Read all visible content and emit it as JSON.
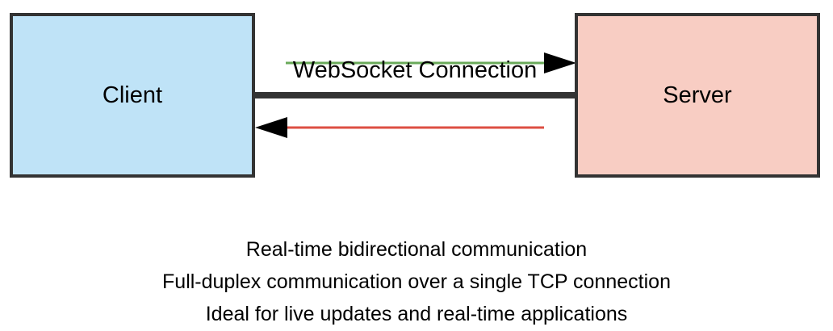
{
  "nodes": {
    "client": {
      "label": "Client",
      "fill": "#bfe3f7"
    },
    "server": {
      "label": "Server",
      "fill": "#f8cdc3"
    }
  },
  "connection": {
    "label": "WebSocket Connection",
    "line_color": "#333333",
    "client_to_server_color": "#6aaa5a",
    "server_to_client_color": "#dd4f43"
  },
  "notes": [
    "Real-time bidirectional communication",
    "Full-duplex communication over a single TCP connection",
    "Ideal for live updates and real-time applications"
  ]
}
